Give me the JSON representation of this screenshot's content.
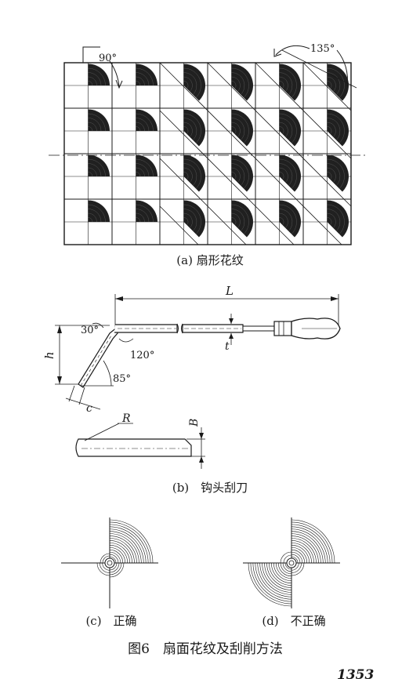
{
  "figure": {
    "title": "图6　扇面花纹及刮削方法",
    "footer_partial": "1353"
  },
  "panel_a": {
    "caption": "(a) 扇形花纹",
    "angle_left": "90°",
    "angle_right": "135°",
    "grid": {
      "rows": 4,
      "cols": 6,
      "right_shifted_cols": 4
    }
  },
  "panel_b": {
    "caption": "(b)　钩头刮刀",
    "dims": {
      "L": "L",
      "t": "t",
      "h": "h",
      "c": "c",
      "R": "R",
      "B": "B"
    },
    "angles": {
      "a30": "30°",
      "a120": "120°",
      "a85": "85°"
    }
  },
  "panel_c": {
    "caption": "(c)　正确"
  },
  "panel_d": {
    "caption": "(d)　不正确"
  },
  "colors": {
    "ink": "#1a1a1a",
    "background": "#ffffff",
    "fan_fill": "#202020"
  }
}
